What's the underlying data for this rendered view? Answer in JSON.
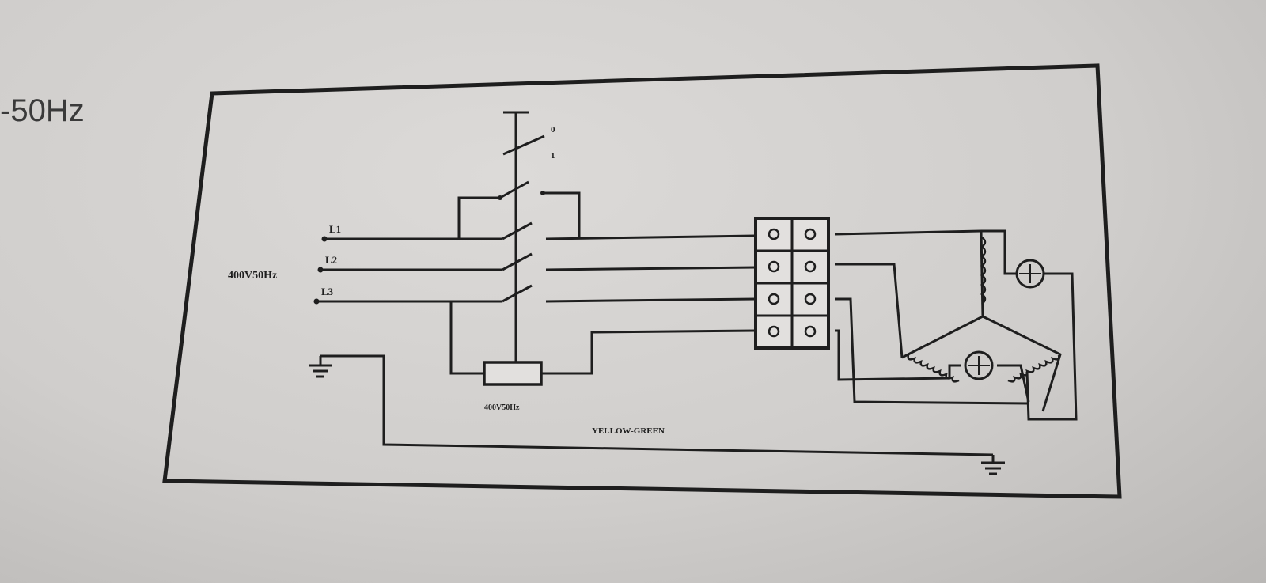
{
  "heading": {
    "text": "-50Hz"
  },
  "diagram": {
    "supply_label": "400V50Hz",
    "lines": [
      "L1",
      "L2",
      "L3"
    ],
    "switch_positions": [
      "0",
      "1"
    ],
    "coil_label": "400V50Hz",
    "ground_wire_label": "YELLOW-GREEN"
  },
  "colors": {
    "ink": "#1e1e1e",
    "paper": "#d6d4d2"
  }
}
